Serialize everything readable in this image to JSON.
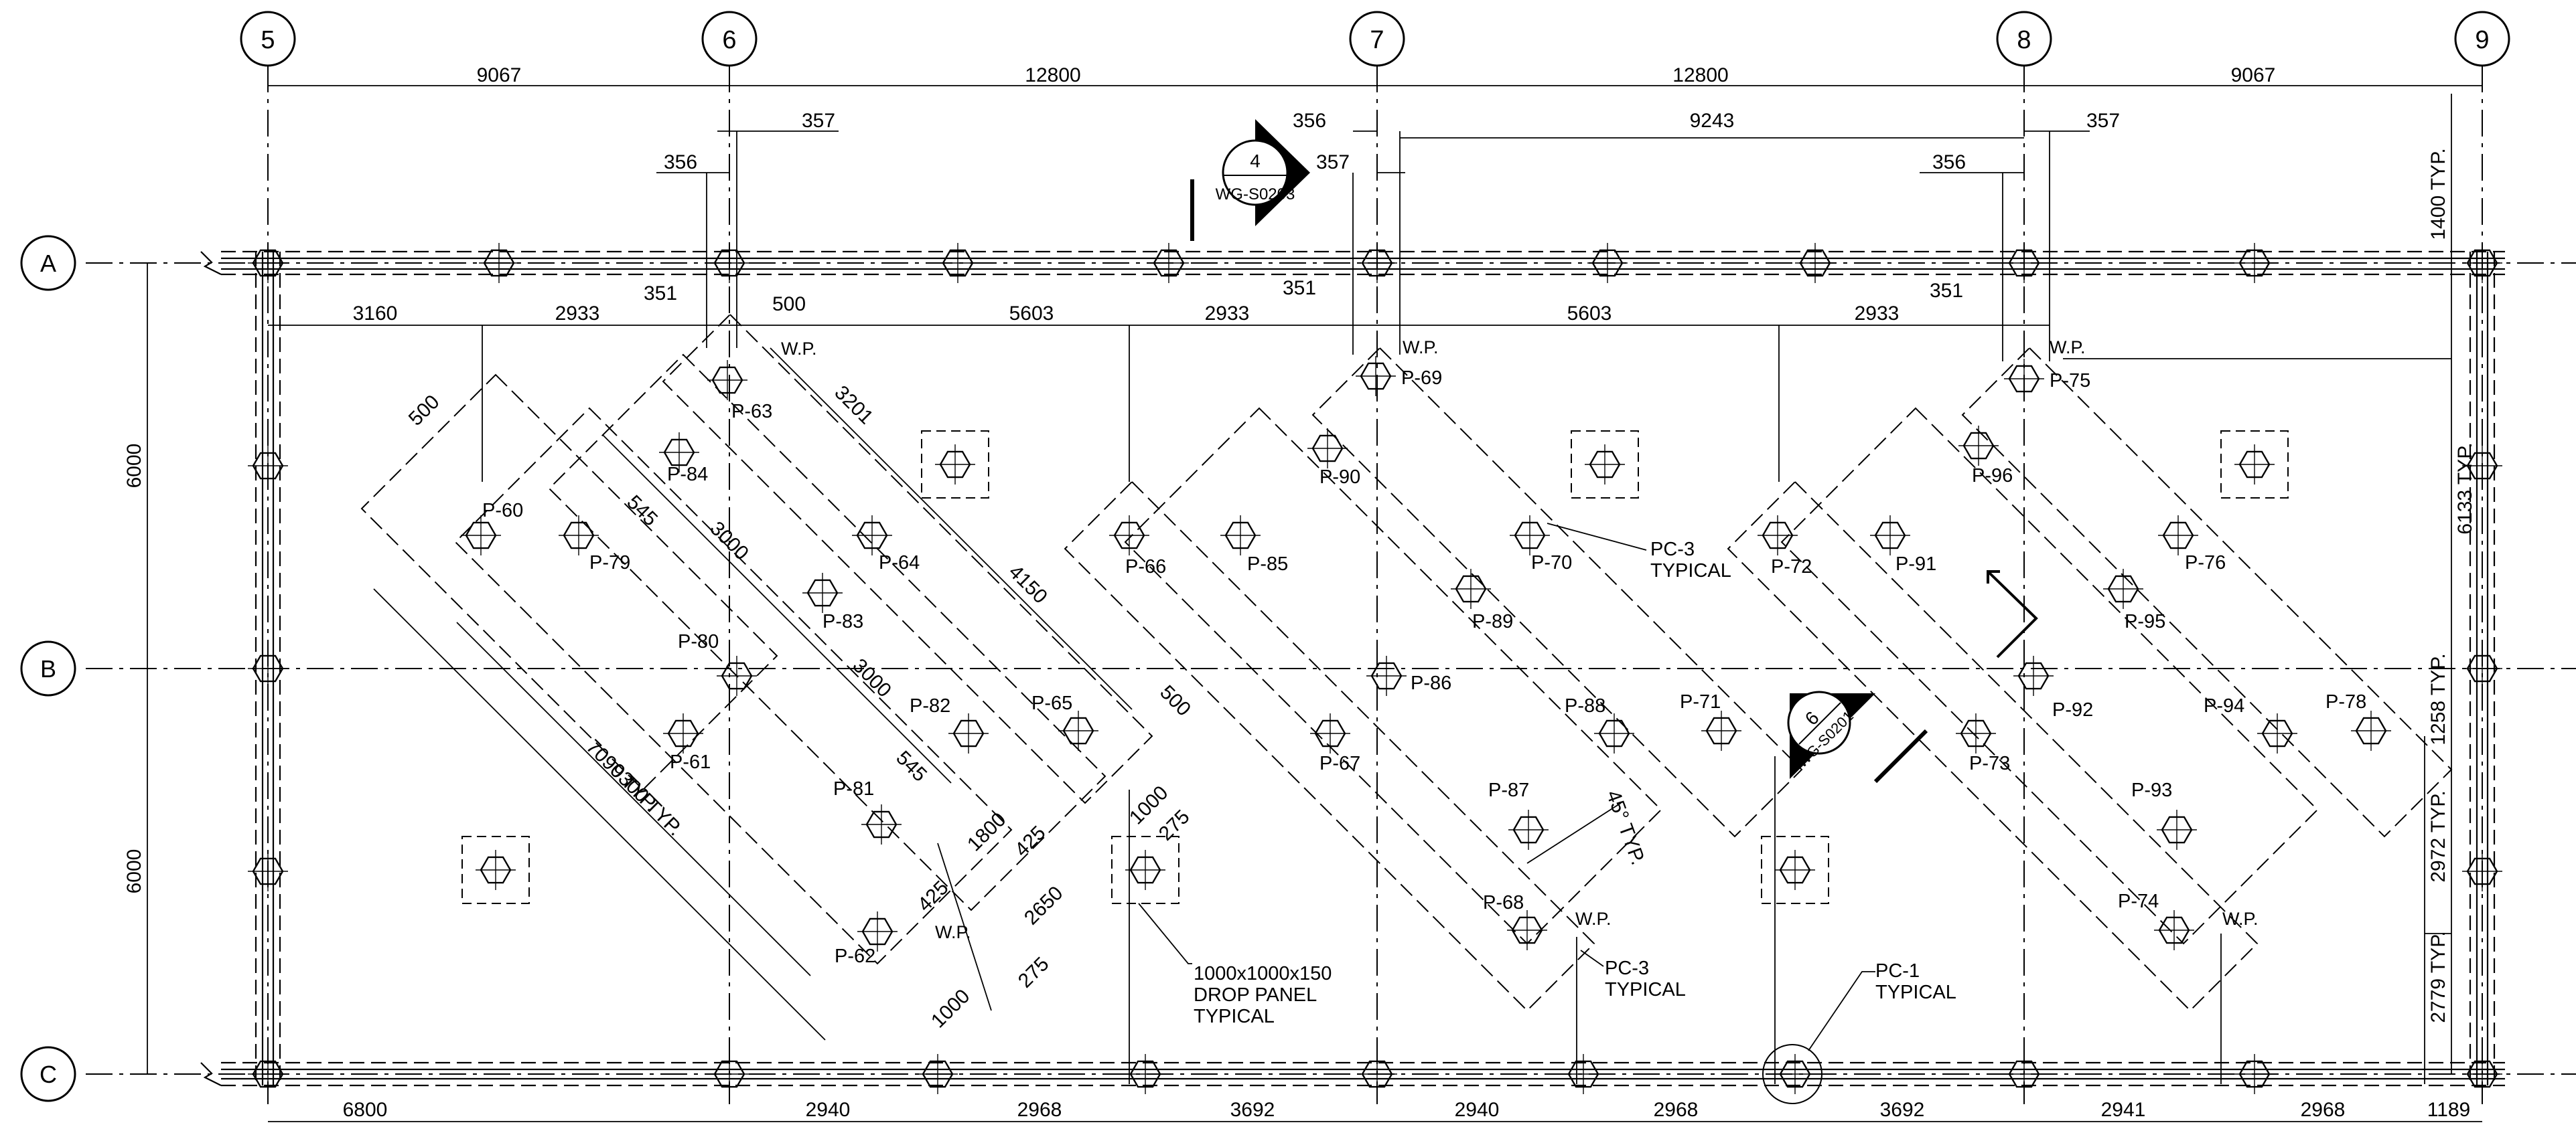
{
  "grid": {
    "columns": [
      "5",
      "6",
      "7",
      "8",
      "9"
    ],
    "rows": [
      "A",
      "B",
      "C"
    ]
  },
  "dims": {
    "top": [
      "9067",
      "12800",
      "12800",
      "9067"
    ],
    "offsets": {
      "c6_357": "357",
      "c6_356": "356",
      "c7_356": "356",
      "c7_357": "357",
      "span_9243": "9243",
      "c8_356": "356",
      "c8_357": "357"
    },
    "row2": [
      "3160",
      "2933",
      "500",
      "5603",
      "2933",
      "5603",
      "2933"
    ],
    "row2_351": [
      "351",
      "351",
      "351"
    ],
    "bottom": [
      "6800",
      "2940",
      "2968",
      "3692",
      "2940",
      "2968",
      "3692",
      "2941",
      "2968",
      "1189"
    ],
    "left": [
      "6000",
      "6000"
    ],
    "right": [
      "1400 TYP.",
      "6133 TYP.",
      "1258 TYP.",
      "2972 TYP.",
      "2779 TYP."
    ],
    "diag": [
      "500",
      "545",
      "3000",
      "3000",
      "3201",
      "4150",
      "500",
      "545",
      "7090 TYP.",
      "9300 TYP.",
      "1800",
      "425",
      "425",
      "2650",
      "1000",
      "275",
      "1000",
      "275",
      "45° TYP."
    ]
  },
  "piles": [
    "P-60",
    "P-61",
    "P-62",
    "P-63",
    "P-64",
    "P-65",
    "P-66",
    "P-67",
    "P-68",
    "P-69",
    "P-70",
    "P-71",
    "P-72",
    "P-73",
    "P-74",
    "P-75",
    "P-76",
    "P-78",
    "P-79",
    "P-80",
    "P-81",
    "P-82",
    "P-83",
    "P-84",
    "P-85",
    "P-86",
    "P-87",
    "P-88",
    "P-89",
    "P-90",
    "P-91",
    "P-92",
    "P-93",
    "P-94",
    "P-95",
    "P-96"
  ],
  "wp": "W.P.",
  "notes": {
    "pc3_a": [
      "PC-3",
      "TYPICAL"
    ],
    "pc3_b": [
      "PC-3",
      "TYPICAL"
    ],
    "pc1": [
      "PC-1",
      "TYPICAL"
    ],
    "drop": [
      "1000x1000x150",
      "DROP PANEL",
      "TYPICAL"
    ]
  },
  "sections": {
    "s4": {
      "num": "4",
      "ref": "WG-S0203"
    },
    "s6": {
      "num": "6",
      "ref": "WG-S0201"
    }
  }
}
